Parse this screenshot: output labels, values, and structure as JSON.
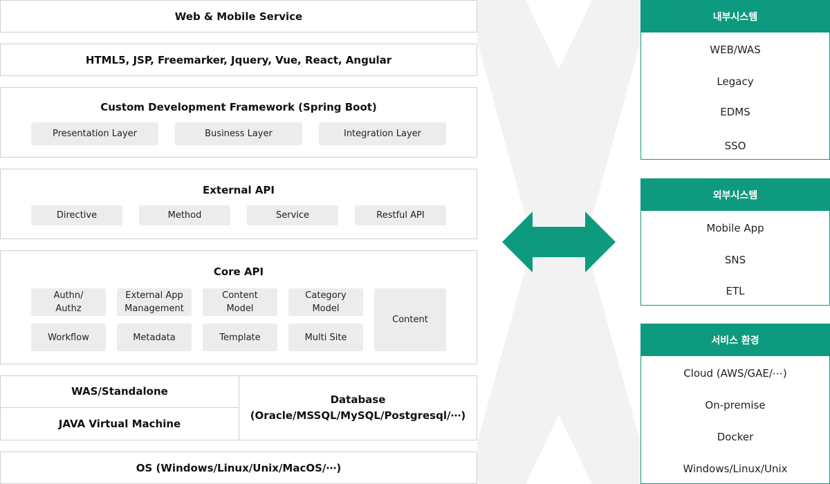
{
  "colors": {
    "accent": "#0e9a7e",
    "chip_bg": "#ececec",
    "border": "#cfcfcf",
    "chevron": "#f2f2f2"
  },
  "stack": {
    "web_mobile": "Web & Mobile Service",
    "frontend": "HTML5, JSP, Freemarker, Jquery, Vue, React, Angular",
    "framework": {
      "title": "Custom Development Framework (Spring Boot)",
      "layers": [
        "Presentation Layer",
        "Business Layer",
        "Integration Layer"
      ]
    },
    "external_api": {
      "title": "External API",
      "items": [
        "Directive",
        "Method",
        "Service",
        "Restful API"
      ]
    },
    "core_api": {
      "title": "Core API",
      "items": [
        "Authn/\nAuthz",
        "External App\nManagement",
        "Content\nModel",
        "Category\nModel",
        "Content",
        "Workflow",
        "Metadata",
        "Template",
        "Multi Site"
      ]
    },
    "was": "WAS/Standalone",
    "jvm": "JAVA Virtual Machine",
    "database": "Database\n(Oracle/MSSQL/MySQL/Postgresql/⋯)",
    "os": "OS (Windows/Linux/Unix/MacOS/⋯)"
  },
  "panels": [
    {
      "title": "내부시스템",
      "items": [
        "WEB/WAS",
        "Legacy",
        "EDMS",
        "SSO"
      ]
    },
    {
      "title": "외부시스템",
      "items": [
        "Mobile App",
        "SNS",
        "ETL"
      ]
    },
    {
      "title": "서비스 환경",
      "items": [
        "Cloud (AWS/GAE/⋯)",
        "On-premise",
        "Docker",
        "Windows/Linux/Unix"
      ]
    }
  ]
}
